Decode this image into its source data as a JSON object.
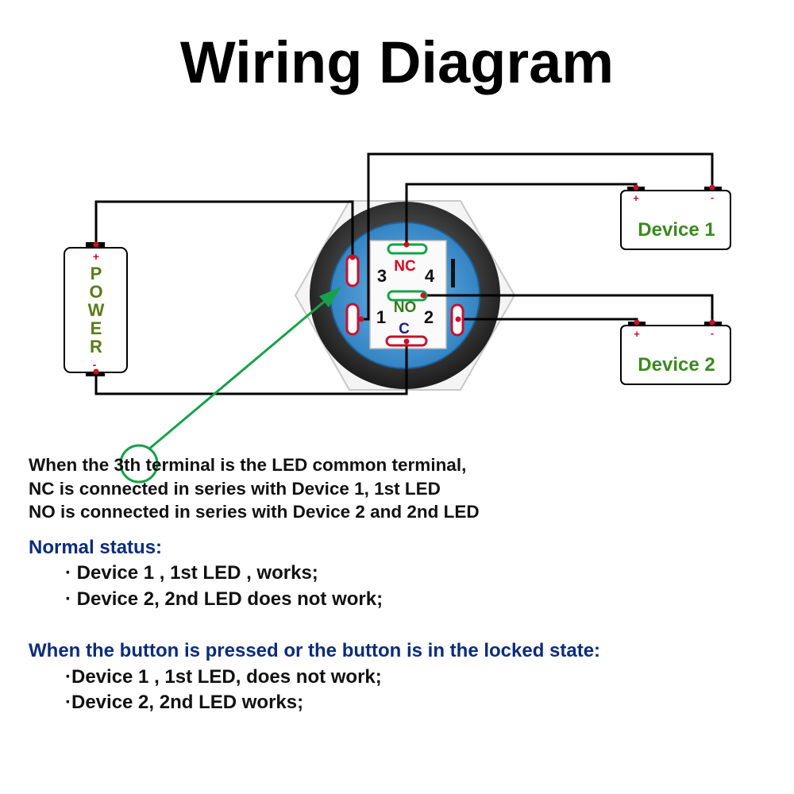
{
  "title": "Wiring Diagram",
  "diagram": {
    "power_label": [
      "P",
      "O",
      "W",
      "E",
      "R"
    ],
    "plus": "+",
    "minus": "-",
    "switch_labels": {
      "nc": "NC",
      "no": "NO",
      "c": "C",
      "t3": "3",
      "t4": "4",
      "t1": "1",
      "t2": "2"
    },
    "device1": "Device 1",
    "device2": "Device 2",
    "colors": {
      "wire": "#000000",
      "terminal": "#c8102e",
      "callout": "#17a14a",
      "device_text": "#3a8a1e",
      "power_text": "#5a7a1a",
      "nc_text": "#e0001b",
      "no_text": "#3a7a1a",
      "c_text": "#1a237e",
      "switch_blue": "#4a9fd8"
    }
  },
  "description": {
    "intro": [
      "When the 3th terminal is the LED common terminal,",
      "NC is connected in series with Device 1, 1st LED",
      "NO is connected in series with Device 2 and 2nd LED"
    ],
    "normal_heading": "Normal status:",
    "normal_items": [
      "· Device 1 , 1st LED , works;",
      "· Device 2, 2nd LED does not work;"
    ],
    "pressed_heading": "When the button is pressed or the button is in the locked state:",
    "pressed_items": [
      "·Device 1 , 1st LED, does not work;",
      "·Device 2, 2nd LED works;"
    ]
  }
}
